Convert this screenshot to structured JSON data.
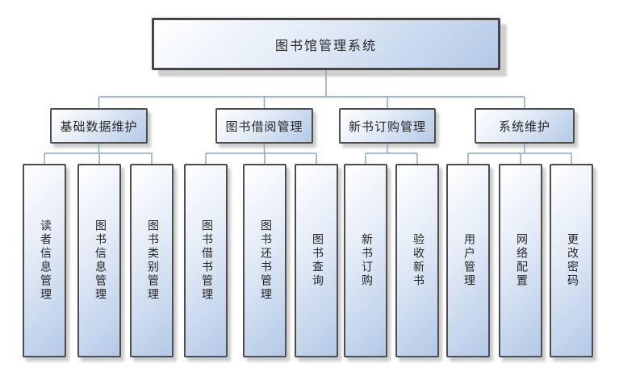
{
  "diagram": {
    "root": {
      "label": "图书馆管理系统"
    },
    "branches": [
      {
        "label": "基础数据维护",
        "children": [
          "读者信息管理",
          "图书信息管理",
          "图书类别管理"
        ]
      },
      {
        "label": "图书借阅管理",
        "children": [
          "图书借书管理",
          "图书还书管理",
          "图书查询"
        ]
      },
      {
        "label": "新书订购管理",
        "children": [
          "新书订购",
          "验收新书"
        ]
      },
      {
        "label": "系统维护",
        "children": [
          "用户管理",
          "网络配置",
          "更改密码"
        ]
      }
    ],
    "colors": {
      "box_fill_light": "#ffffff",
      "box_fill_dark": "#b4c9e7",
      "box_border": "#4e4e4e",
      "connector": "#89a6d0",
      "text": "#262626",
      "shadow": "#a0a0a0",
      "background": "#ffffff"
    }
  }
}
